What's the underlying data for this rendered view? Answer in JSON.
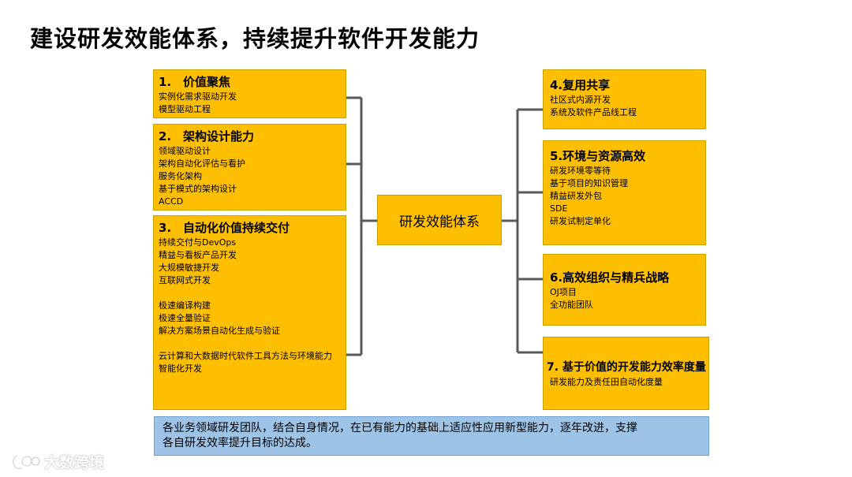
{
  "title": "建设研发效能体系，持续提升软件开发能力",
  "center": "研发效能体系",
  "left_boxes": [
    {
      "num": "1.",
      "heading": "价值聚焦",
      "items": [
        "实例化需求驱动开发",
        "模型驱动工程"
      ]
    },
    {
      "num": "2.",
      "heading": "架构设计能力",
      "items": [
        "领域驱动设计",
        "架构自动化评估与看护",
        "服务化架构",
        "基于模式的架构设计",
        "ACCD"
      ]
    },
    {
      "num": "3.",
      "heading": "自动化价值持续交付",
      "groups": [
        [
          "持续交付与DevOps",
          "精益与看板产品开发",
          "大规模敏捷开发",
          "互联网式开发"
        ],
        [
          "极速编译构建",
          "极速全量验证",
          "解决方案场景自动化生成与验证"
        ],
        [
          "云计算和大数据时代软件工具方法与环境能力",
          "智能化开发"
        ]
      ]
    }
  ],
  "right_boxes": [
    {
      "heading": "4.复用共享",
      "items": [
        "社区式内源开发",
        "系统及软件产品线工程"
      ]
    },
    {
      "heading": "5.环境与资源高效",
      "items": [
        "研发环境零等待",
        "基于项目的知识管理",
        "精益研发外包",
        "SDE",
        "研发试制定单化"
      ]
    },
    {
      "heading": "6.高效组织与精兵战略",
      "items": [
        "OJ项目",
        "全功能团队"
      ]
    },
    {
      "heading": "7. 基于价值的开发能力效率度量",
      "items": [
        "研发能力及责任田自动化度量"
      ]
    }
  ],
  "banner": {
    "line1": "各业务领域研发团队，结合自身情况，在已有能力的基础上适应性应用新型能力，逐年改进，支撑",
    "line2": "各自研发效率提升目标的达成。"
  },
  "watermark": "大数跨境",
  "colors": {
    "box_fill": "#fdbf00",
    "banner_fill": "#9dc3e6",
    "connector": "#595959"
  }
}
